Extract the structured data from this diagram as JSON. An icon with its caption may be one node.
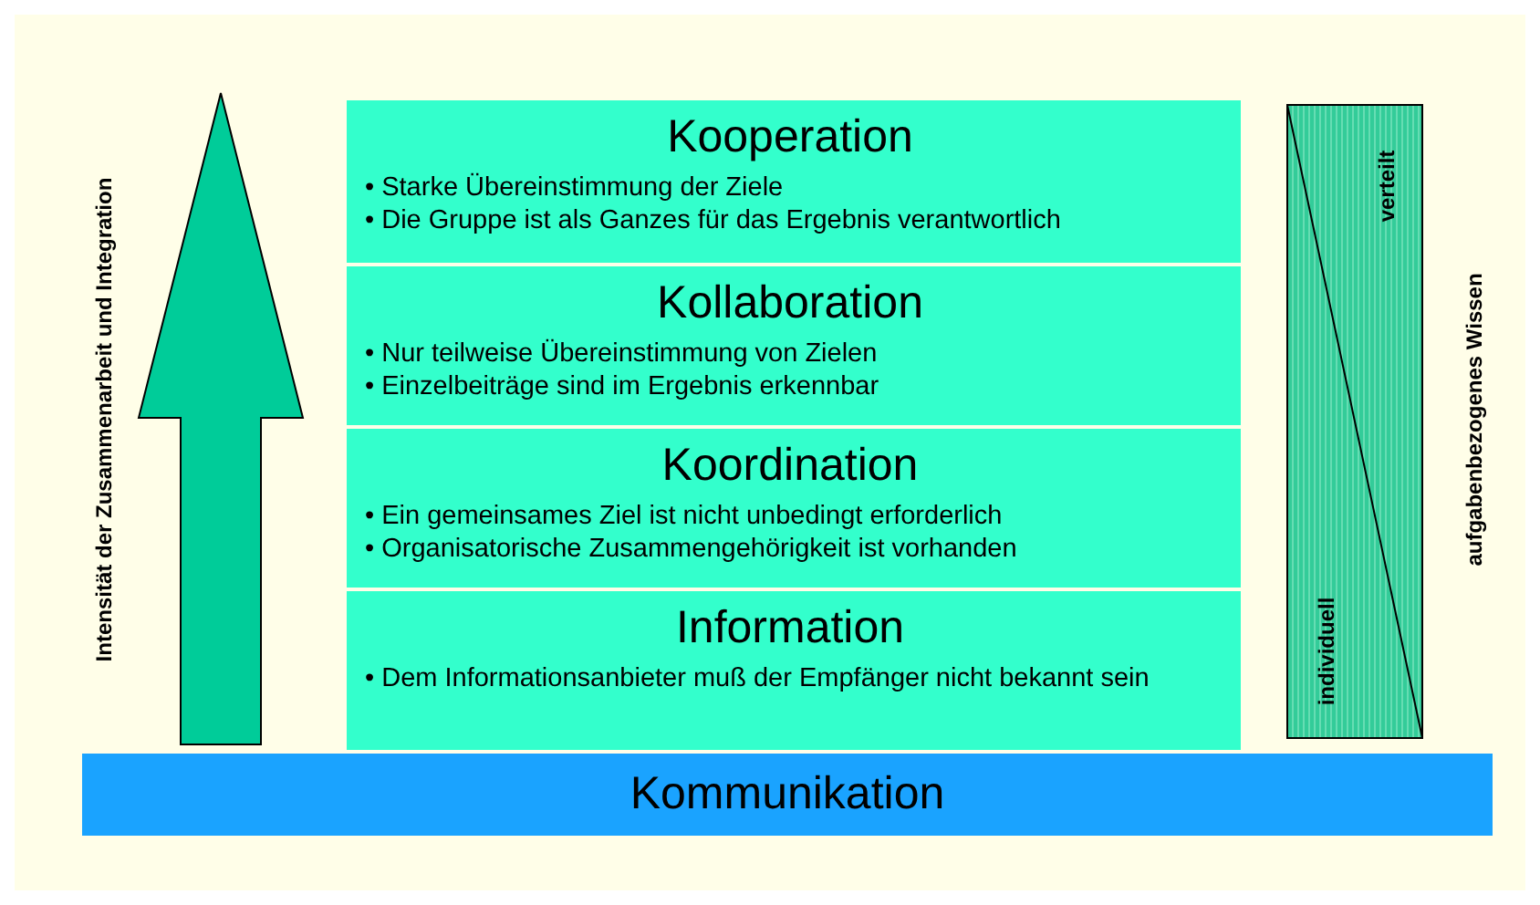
{
  "diagram": {
    "nodes": [
      {
        "text": [
          "Kooperation",
          "• Starke Übereinstimmung der Ziele",
          "• Die Gruppe ist als Ganzes für das Ergebnis verantwortlich"
        ]
      },
      {
        "text": [
          "Kollaboration",
          "• Nur teilweise Übereinstimmung von Zielen",
          "• Einzelbeiträge sind im Ergebnis erkennbar"
        ]
      },
      {
        "text": [
          "Koordination",
          "• Ein gemeinsames Ziel ist nicht unbedingt erforderlich",
          "• Organisatorische Zusammengehörigkeit ist vorhanden"
        ]
      },
      {
        "text": [
          "Information",
          "• Dem Informationsanbieter muß der Empfänger nicht bekannt sein"
        ]
      },
      {
        "text": [
          "Kommunikation"
        ]
      },
      {
        "text": [
          "verteilt",
          "individuell"
        ]
      }
    ],
    "edges": [],
    "labels": [
      "Intensität der Zusammenarbeit und Integration",
      "aufgabenbezogenes Wissen"
    ]
  }
}
